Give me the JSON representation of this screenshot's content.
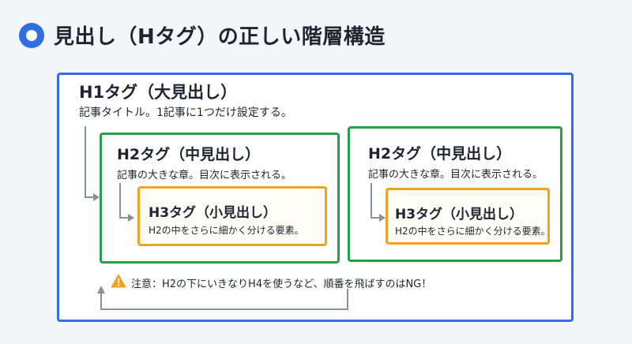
{
  "header": {
    "title": "見出し（Hタグ）の正しい階層構造"
  },
  "h1": {
    "title": "H1タグ（大見出し）",
    "description": "記事タイトル。1記事に1つだけ設定する。"
  },
  "h2_left": {
    "title": "H2タグ（中見出し）",
    "description": "記事の大きな章。目次に表示される。"
  },
  "h3_left": {
    "title": "H3タグ（小見出し）",
    "description": "H2の中をさらに細かく分ける要素。"
  },
  "h2_right": {
    "title": "H2タグ（中見出し）",
    "description": "記事の大きな章。目次に表示される。"
  },
  "h3_right": {
    "title": "H3タグ（小見出し）",
    "description": "H2の中をさらに細かく分ける要素。"
  },
  "note": {
    "text": "注意：H2の下にいきなりH4を使うなど、順番を飛ばすのはNG！"
  },
  "colors": {
    "h1": "#2f6fe0",
    "h2": "#22a14c",
    "h3": "#f2a21d",
    "warning": "#f2a21d"
  }
}
